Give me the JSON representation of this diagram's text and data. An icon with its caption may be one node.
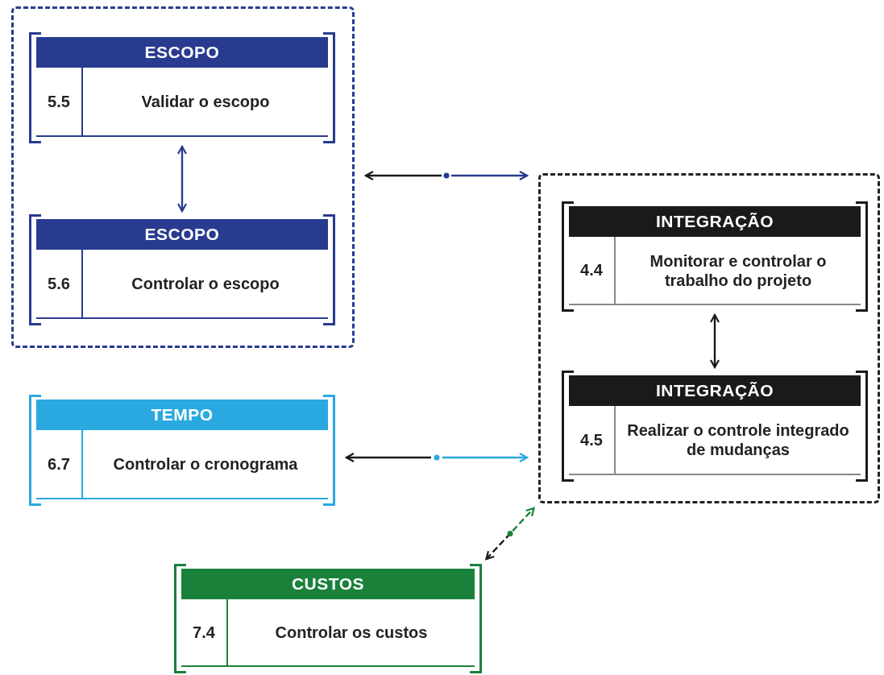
{
  "diagram": {
    "nodes": [
      {
        "text": [],
        "shape": "box"
      },
      {
        "text": [
          "ESCOPO",
          "5.5",
          "Validar o escopo"
        ],
        "in": 0
      },
      {
        "text": [
          "ESCOPO",
          "5.6",
          "Controlar o escopo"
        ],
        "in": 0
      },
      {
        "text": [],
        "shape": "box"
      },
      {
        "text": [
          "INTEGRAÇÃO",
          "4.4",
          "Monitorar e controlar o trabalho do projeto"
        ],
        "in": 3
      },
      {
        "text": [
          "INTEGRAÇÃO",
          "4.5",
          "Realizar o controle integrado de mudanças"
        ],
        "in": 3
      },
      {
        "text": [
          "TEMPO",
          "6.7",
          "Controlar o cronograma"
        ]
      },
      {
        "text": [
          "CUSTOS",
          "7.4",
          "Controlar os custos"
        ]
      }
    ],
    "edges": [
      {
        "from": 1,
        "to": 2,
        "arrow": "both",
        "color": "#283b8f"
      },
      {
        "from": 0,
        "to": 3,
        "arrow": "both",
        "color": "#283b8f"
      },
      {
        "from": 4,
        "to": 5,
        "arrow": "both",
        "color": "#1a1a1a"
      },
      {
        "from": 6,
        "to": 3,
        "arrow": "both",
        "color": "#2aa9e0"
      },
      {
        "from": 7,
        "to": 3,
        "arrow": "both",
        "color": "#19813a",
        "style": "dashed"
      }
    ]
  }
}
